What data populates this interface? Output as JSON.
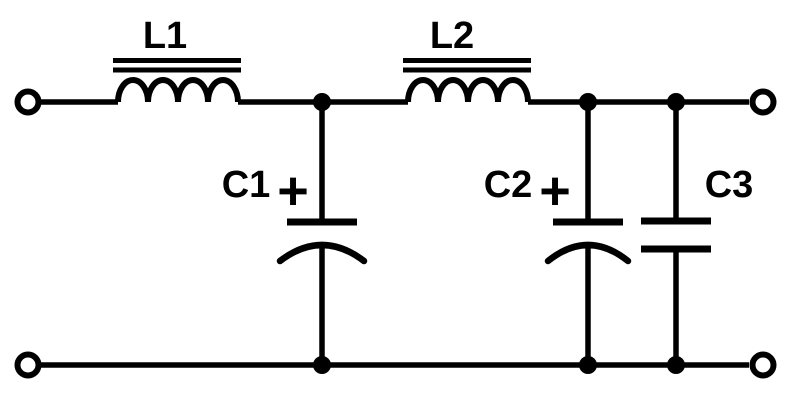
{
  "colors": {
    "background": "#ffffff",
    "line": "#000000"
  },
  "components": {
    "L1": {
      "label": "L1",
      "type": "inductor-iron-core"
    },
    "L2": {
      "label": "L2",
      "type": "inductor-iron-core"
    },
    "C1": {
      "label": "C1",
      "type": "capacitor-polarized",
      "polarity_mark": "+"
    },
    "C2": {
      "label": "C2",
      "type": "capacitor-polarized",
      "polarity_mark": "+"
    },
    "C3": {
      "label": "C3",
      "type": "capacitor-nonpolarized"
    }
  }
}
